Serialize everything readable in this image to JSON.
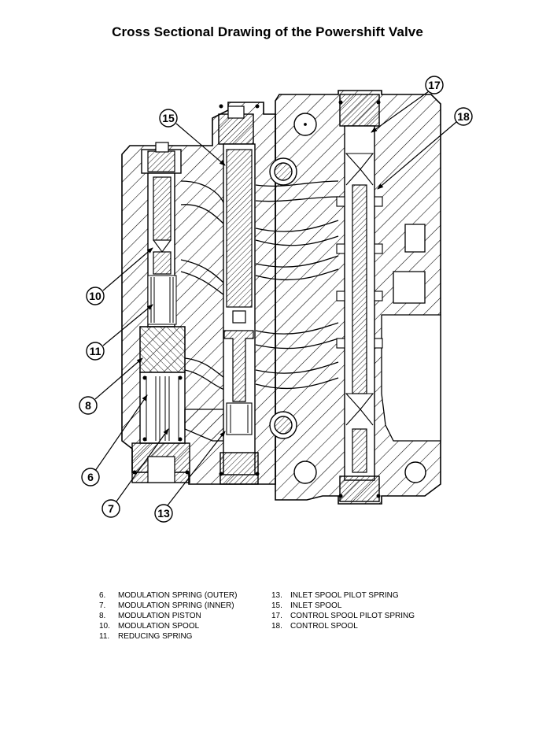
{
  "title": "Cross Sectional Drawing of the Powershift Valve",
  "callouts": [
    {
      "id": "c6",
      "label": "6"
    },
    {
      "id": "c7",
      "label": "7"
    },
    {
      "id": "c8",
      "label": "8"
    },
    {
      "id": "c10",
      "label": "10"
    },
    {
      "id": "c11",
      "label": "11"
    },
    {
      "id": "c13",
      "label": "13"
    },
    {
      "id": "c15",
      "label": "15"
    },
    {
      "id": "c17",
      "label": "17"
    },
    {
      "id": "c18",
      "label": "18"
    }
  ],
  "legend": {
    "left": [
      {
        "num": "6.",
        "text": "MODULATION SPRING (OUTER)"
      },
      {
        "num": "7.",
        "text": "MODULATION SPRING (INNER)"
      },
      {
        "num": "8.",
        "text": "MODULATION PISTON"
      },
      {
        "num": "10.",
        "text": "MODULATION SPOOL"
      },
      {
        "num": "11.",
        "text": "REDUCING SPRING"
      }
    ],
    "right": [
      {
        "num": "13.",
        "text": "INLET SPOOL PILOT SPRING"
      },
      {
        "num": "15.",
        "text": "INLET SPOOL"
      },
      {
        "num": "17.",
        "text": "CONTROL SPOOL PILOT SPRING"
      },
      {
        "num": "18.",
        "text": "CONTROL SPOOL"
      }
    ]
  }
}
